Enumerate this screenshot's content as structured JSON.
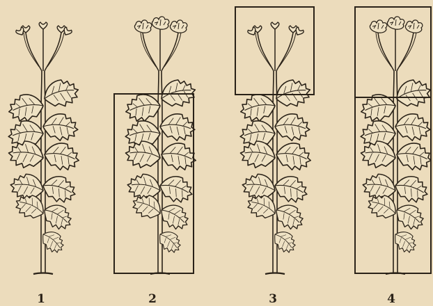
{
  "figure": {
    "panels": [
      {
        "label": "1",
        "flowers": "buds",
        "frame": "none"
      },
      {
        "label": "2",
        "flowers": "open",
        "frame": "lower"
      },
      {
        "label": "3",
        "flowers": "buds",
        "frame": "upper"
      },
      {
        "label": "4",
        "flowers": "open",
        "frame": "both"
      }
    ],
    "colors": {
      "paper": "#ecdcbc",
      "ink": "#2a2218",
      "leaf": "#efe2c4"
    }
  }
}
